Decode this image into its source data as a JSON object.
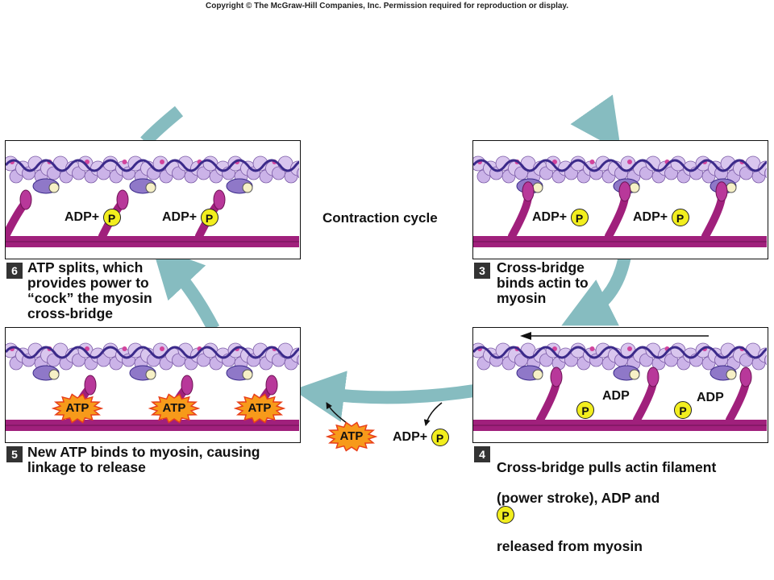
{
  "copyright": "Copyright © The McGraw-Hill Companies, Inc. Permission required for reproduction or display.",
  "center_title": "Contraction cycle",
  "labels": {
    "adp": "ADP",
    "plus": "+",
    "p": "P",
    "atp": "ATP"
  },
  "steps": [
    {
      "num": "3",
      "text": "Cross-bridge\nbinds actin to\nmyosin"
    },
    {
      "num": "4",
      "text_line1": "Cross-bridge pulls actin filament",
      "text_line2": "(power stroke), ADP and",
      "text_line3": "released from myosin"
    },
    {
      "num": "5",
      "text": "New ATP binds to myosin, causing\nlinkage to release"
    },
    {
      "num": "6",
      "text": "ATP splits, which\nprovides power to\n“cock” the myosin\ncross-bridge"
    }
  ],
  "colors": {
    "cycle_arrow": "#86bcc0",
    "myosin": "#a0207c",
    "actin": "#d9c6ee",
    "tropomyosin": "#3b2a8a",
    "phosphate": "#f2ee1e",
    "atp_burst": "#f79a1a"
  }
}
